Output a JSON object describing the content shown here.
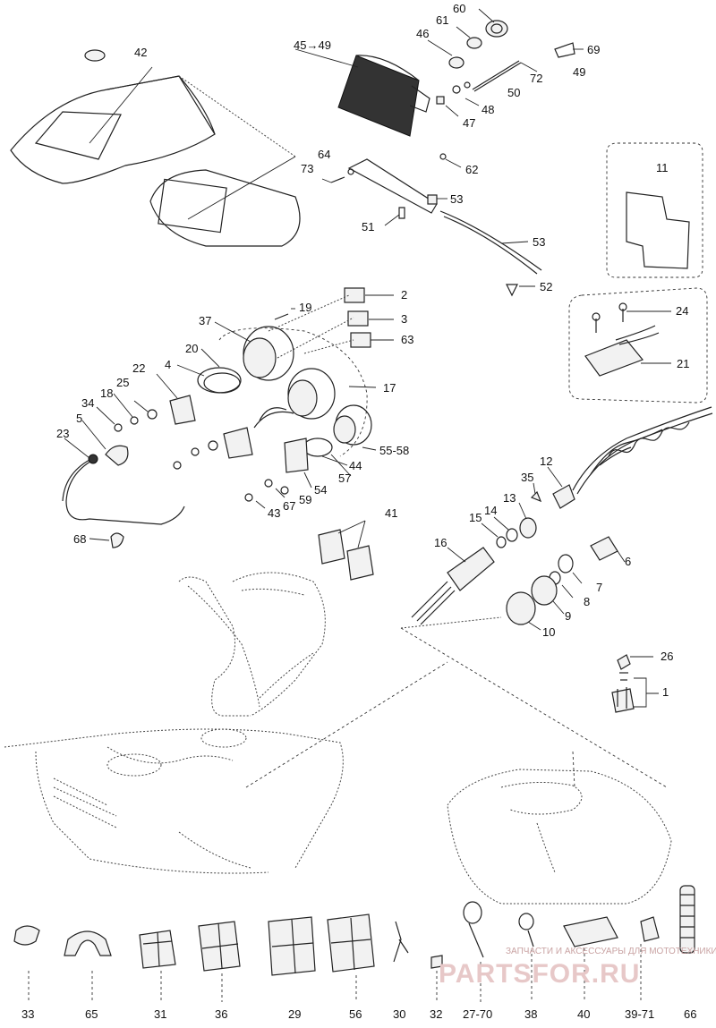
{
  "callouts": [
    {
      "id": "c42",
      "text": "42"
    },
    {
      "id": "c45_49",
      "text": "45→49"
    },
    {
      "id": "c46",
      "text": "46"
    },
    {
      "id": "c61",
      "text": "61"
    },
    {
      "id": "c60",
      "text": "60"
    },
    {
      "id": "c69",
      "text": "69"
    },
    {
      "id": "c72",
      "text": "72"
    },
    {
      "id": "c49",
      "text": "49"
    },
    {
      "id": "c50",
      "text": "50"
    },
    {
      "id": "c48",
      "text": "48"
    },
    {
      "id": "c47",
      "text": "47"
    },
    {
      "id": "c11",
      "text": "11"
    },
    {
      "id": "c64",
      "text": "64"
    },
    {
      "id": "c73",
      "text": "73"
    },
    {
      "id": "c62",
      "text": "62"
    },
    {
      "id": "c53a",
      "text": "53"
    },
    {
      "id": "c51",
      "text": "51"
    },
    {
      "id": "c53b",
      "text": "53"
    },
    {
      "id": "c52",
      "text": "52"
    },
    {
      "id": "c2",
      "text": "2"
    },
    {
      "id": "c19",
      "text": "19"
    },
    {
      "id": "c24",
      "text": "24"
    },
    {
      "id": "c3",
      "text": "3"
    },
    {
      "id": "c37",
      "text": "37"
    },
    {
      "id": "c63",
      "text": "63"
    },
    {
      "id": "c21",
      "text": "21"
    },
    {
      "id": "c20",
      "text": "20"
    },
    {
      "id": "c4",
      "text": "4"
    },
    {
      "id": "c22",
      "text": "22"
    },
    {
      "id": "c17",
      "text": "17"
    },
    {
      "id": "c25",
      "text": "25"
    },
    {
      "id": "c18",
      "text": "18"
    },
    {
      "id": "c34",
      "text": "34"
    },
    {
      "id": "c5",
      "text": "5"
    },
    {
      "id": "c23",
      "text": "23"
    },
    {
      "id": "c55_58",
      "text": "55-58"
    },
    {
      "id": "c44",
      "text": "44"
    },
    {
      "id": "c57",
      "text": "57"
    },
    {
      "id": "c54",
      "text": "54"
    },
    {
      "id": "c59",
      "text": "59"
    },
    {
      "id": "c67",
      "text": "67"
    },
    {
      "id": "c43",
      "text": "43"
    },
    {
      "id": "c68",
      "text": "68"
    },
    {
      "id": "c41",
      "text": "41"
    },
    {
      "id": "c35",
      "text": "35"
    },
    {
      "id": "c12",
      "text": "12"
    },
    {
      "id": "c13",
      "text": "13"
    },
    {
      "id": "c14",
      "text": "14"
    },
    {
      "id": "c15",
      "text": "15"
    },
    {
      "id": "c16",
      "text": "16"
    },
    {
      "id": "c6",
      "text": "6"
    },
    {
      "id": "c7",
      "text": "7"
    },
    {
      "id": "c8",
      "text": "8"
    },
    {
      "id": "c9",
      "text": "9"
    },
    {
      "id": "c10",
      "text": "10"
    },
    {
      "id": "c26",
      "text": "26"
    },
    {
      "id": "c1",
      "text": "1"
    }
  ],
  "bottom_parts": [
    "33",
    "65",
    "31",
    "36",
    "29",
    "56",
    "30",
    "32",
    "27-70",
    "38",
    "40",
    "39-71",
    "66"
  ],
  "watermark": {
    "caption": "ЗАПЧАСТИ И АКСЕССУАРЫ ДЛЯ МОТОТЕХНИКИ",
    "brand": "PARTSFOR.RU"
  }
}
